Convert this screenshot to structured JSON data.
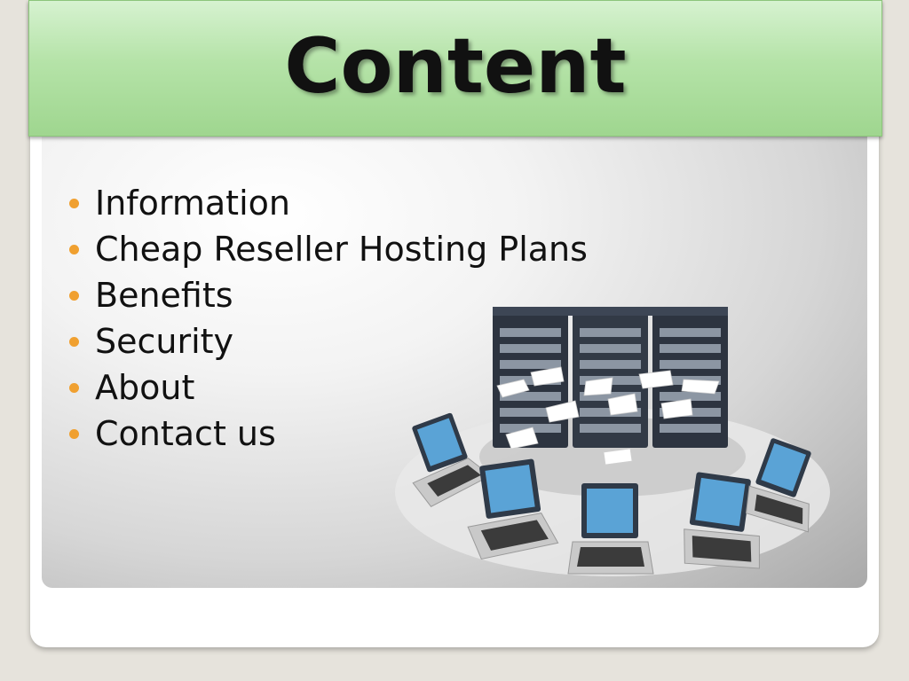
{
  "title": "Content",
  "bullets": [
    "Information",
    "Cheap Reseller Hosting Plans",
    "Benefits",
    "Security",
    "About",
    "Contact us"
  ],
  "colors": {
    "title_bar": "#b5e3a8",
    "bullet": "#f0a030",
    "text": "#111111"
  },
  "illustration": "server-network-illustration"
}
